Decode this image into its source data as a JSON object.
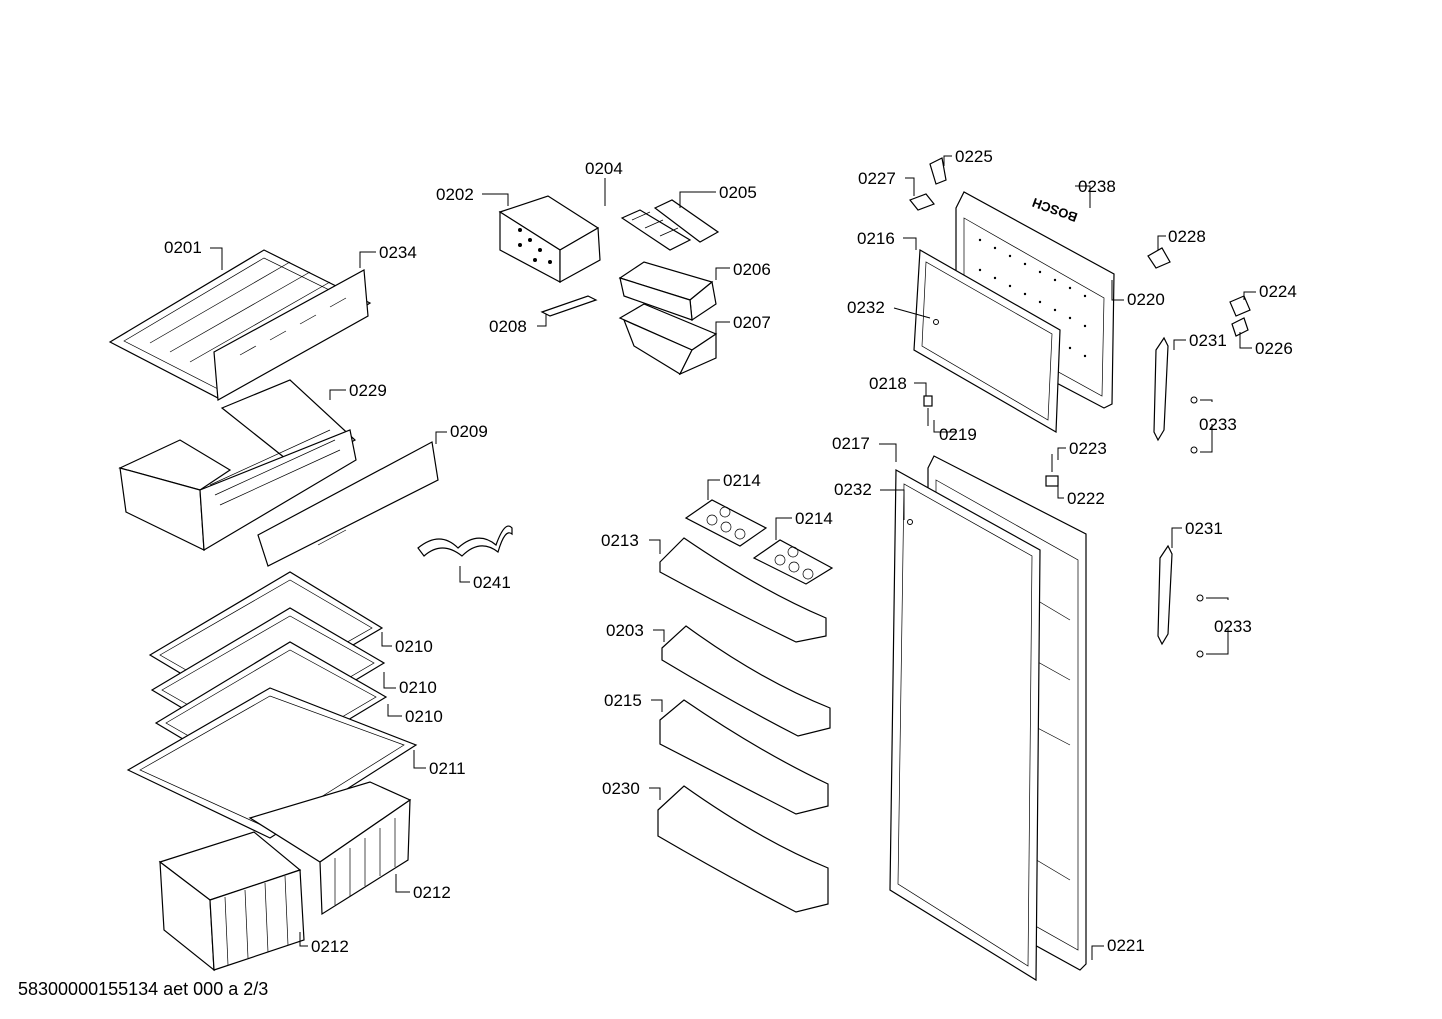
{
  "diagram": {
    "labels": [
      "0201",
      "0234",
      "0202",
      "0204",
      "0205",
      "0206",
      "0207",
      "0208",
      "0229",
      "0209",
      "0241",
      "0210",
      "0210",
      "0210",
      "0211",
      "0212",
      "0212",
      "0214",
      "0214",
      "0213",
      "0203",
      "0215",
      "0230",
      "0225",
      "0227",
      "0238",
      "0216",
      "0228",
      "0220",
      "0232",
      "0224",
      "0226",
      "0231",
      "0218",
      "0219",
      "0233",
      "0217",
      "0223",
      "0232",
      "0222",
      "0231",
      "0233",
      "0221"
    ],
    "brand_text": "BOSCH"
  },
  "footer": {
    "doc_id": "58300000155134 aet 000 a 2/3"
  }
}
